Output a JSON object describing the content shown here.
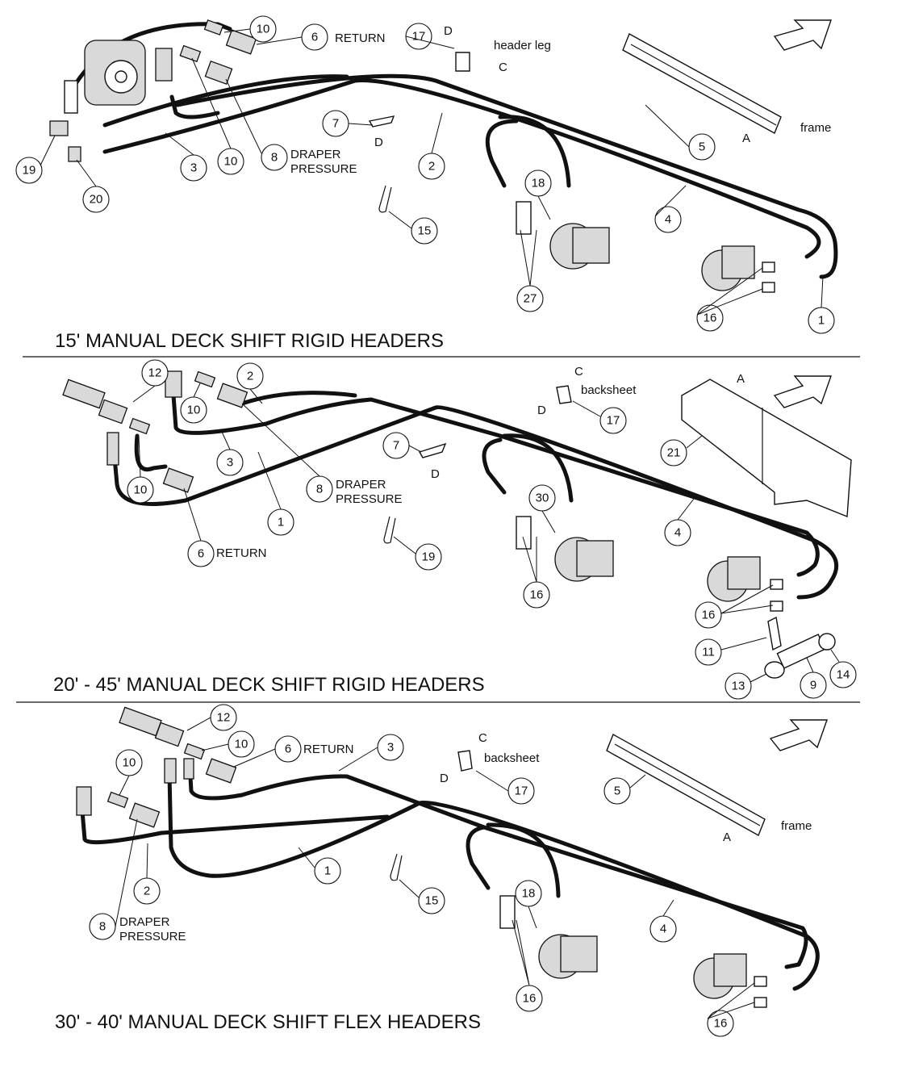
{
  "sections": [
    {
      "title": "15' MANUAL DECK SHIFT RIGID HEADERS",
      "balloons": [
        "10",
        "6",
        "17",
        "7",
        "8",
        "10",
        "3",
        "2",
        "5",
        "18",
        "4",
        "15",
        "27",
        "16",
        "1",
        "19",
        "20"
      ],
      "labels": {
        "return": "RETURN",
        "draper_line1": "DRAPER",
        "draper_line2": "PRESSURE",
        "header_leg": "header leg",
        "frame": "frame",
        "a": "A",
        "c": "C",
        "d1": "D",
        "d2": "D"
      }
    },
    {
      "title": "20' - 45' MANUAL DECK SHIFT RIGID HEADERS",
      "balloons": [
        "12",
        "2",
        "10",
        "3",
        "10",
        "8",
        "1",
        "6",
        "7",
        "19",
        "16",
        "30",
        "4",
        "17",
        "21",
        "16",
        "11",
        "13",
        "9",
        "14"
      ],
      "labels": {
        "return": "RETURN",
        "draper_line1": "DRAPER",
        "draper_line2": "PRESSURE",
        "backsheet": "backsheet",
        "a": "A",
        "c": "C",
        "d1": "D",
        "d2": "D"
      }
    },
    {
      "title": "30' - 40' MANUAL DECK SHIFT FLEX HEADERS",
      "balloons": [
        "12",
        "10",
        "6",
        "3",
        "10",
        "2",
        "8",
        "1",
        "15",
        "18",
        "16",
        "17",
        "5",
        "4",
        "16"
      ],
      "labels": {
        "return": "RETURN",
        "draper_line1": "DRAPER",
        "draper_line2": "PRESSURE",
        "backsheet": "backsheet",
        "frame": "frame",
        "a": "A",
        "c": "C",
        "d": "D"
      }
    }
  ]
}
